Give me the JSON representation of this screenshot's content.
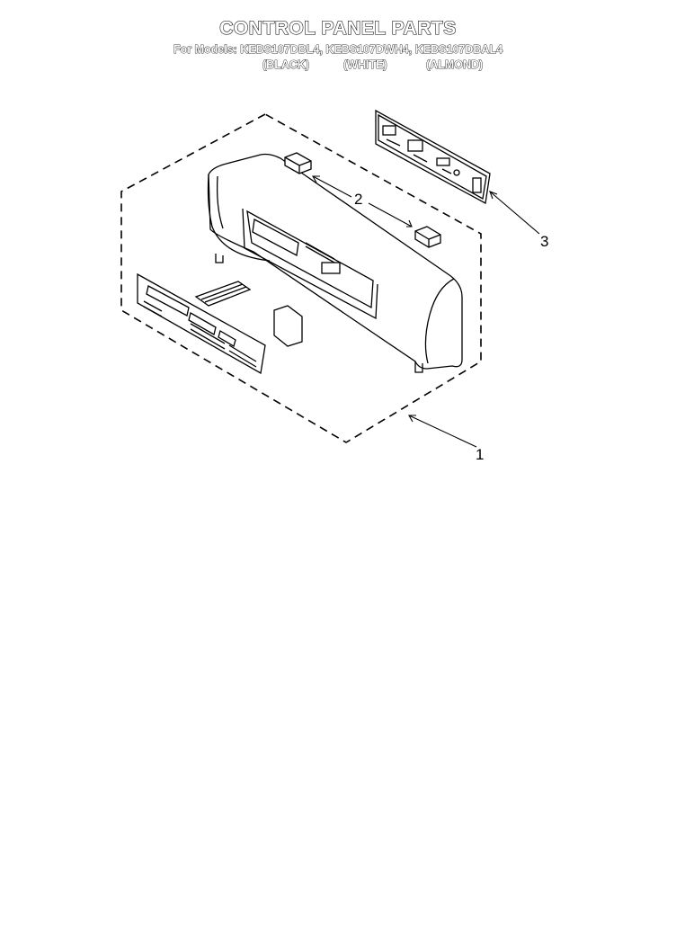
{
  "title": "CONTROL PANEL PARTS",
  "models_line": "For Models: KEBS107DBL4, KEBS107DWH4, KEBS107DBAL4",
  "colors": [
    "(BLACK)",
    "(WHITE)",
    "(ALMOND)"
  ],
  "callouts": {
    "c1": "1",
    "c2": "2",
    "c3": "3"
  }
}
